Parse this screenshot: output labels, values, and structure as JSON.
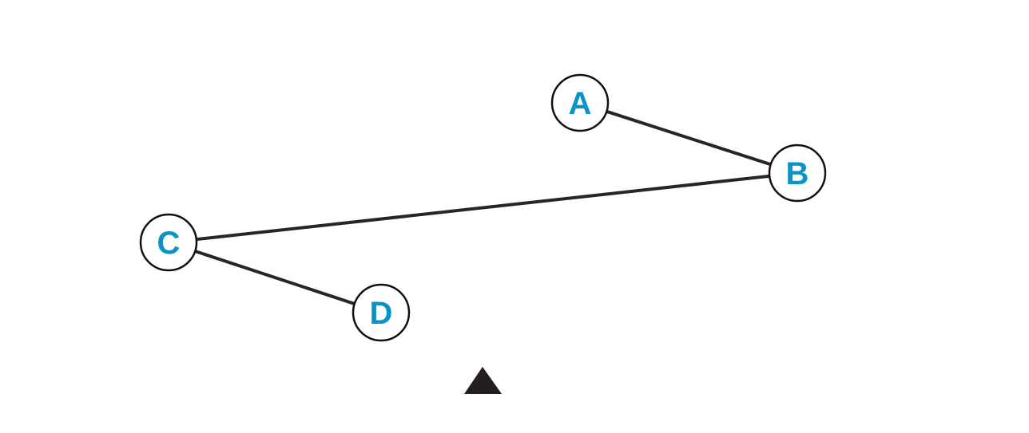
{
  "colors": {
    "edge": "#262626",
    "node_stroke": "#111111",
    "node_label": "#0a93c6",
    "marker": "#231f20"
  },
  "graph": {
    "nodes": [
      {
        "id": "A",
        "label": "A"
      },
      {
        "id": "B",
        "label": "B"
      },
      {
        "id": "C",
        "label": "C"
      },
      {
        "id": "D",
        "label": "D"
      }
    ],
    "edges": [
      {
        "from": "A",
        "to": "B"
      },
      {
        "from": "B",
        "to": "C"
      },
      {
        "from": "C",
        "to": "D"
      }
    ]
  },
  "marker": {
    "shape": "triangle-up",
    "icon": "triangle-up-icon"
  }
}
